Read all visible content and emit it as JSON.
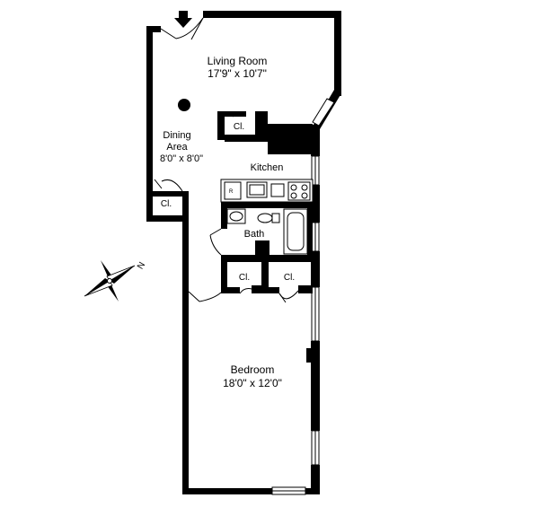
{
  "rooms": {
    "living_room": {
      "name": "Living Room",
      "dims": "17'9\" x 10'7\""
    },
    "dining_area": {
      "name_line1": "Dining",
      "name_line2": "Area",
      "dims": "8'0\" x 8'0\""
    },
    "kitchen": {
      "name": "Kitchen"
    },
    "bath": {
      "name": "Bath"
    },
    "bedroom": {
      "name": "Bedroom",
      "dims": "18'0\" x 12'0\""
    }
  },
  "closets": {
    "living_closet": "Cl.",
    "dining_closet": "Cl.",
    "bedroom_closet_left": "Cl.",
    "bedroom_closet_right": "Cl."
  },
  "compass": {
    "north_label": "N"
  },
  "icons": {
    "entry": "entry-arrow-icon",
    "compass": "compass-rose-icon"
  }
}
